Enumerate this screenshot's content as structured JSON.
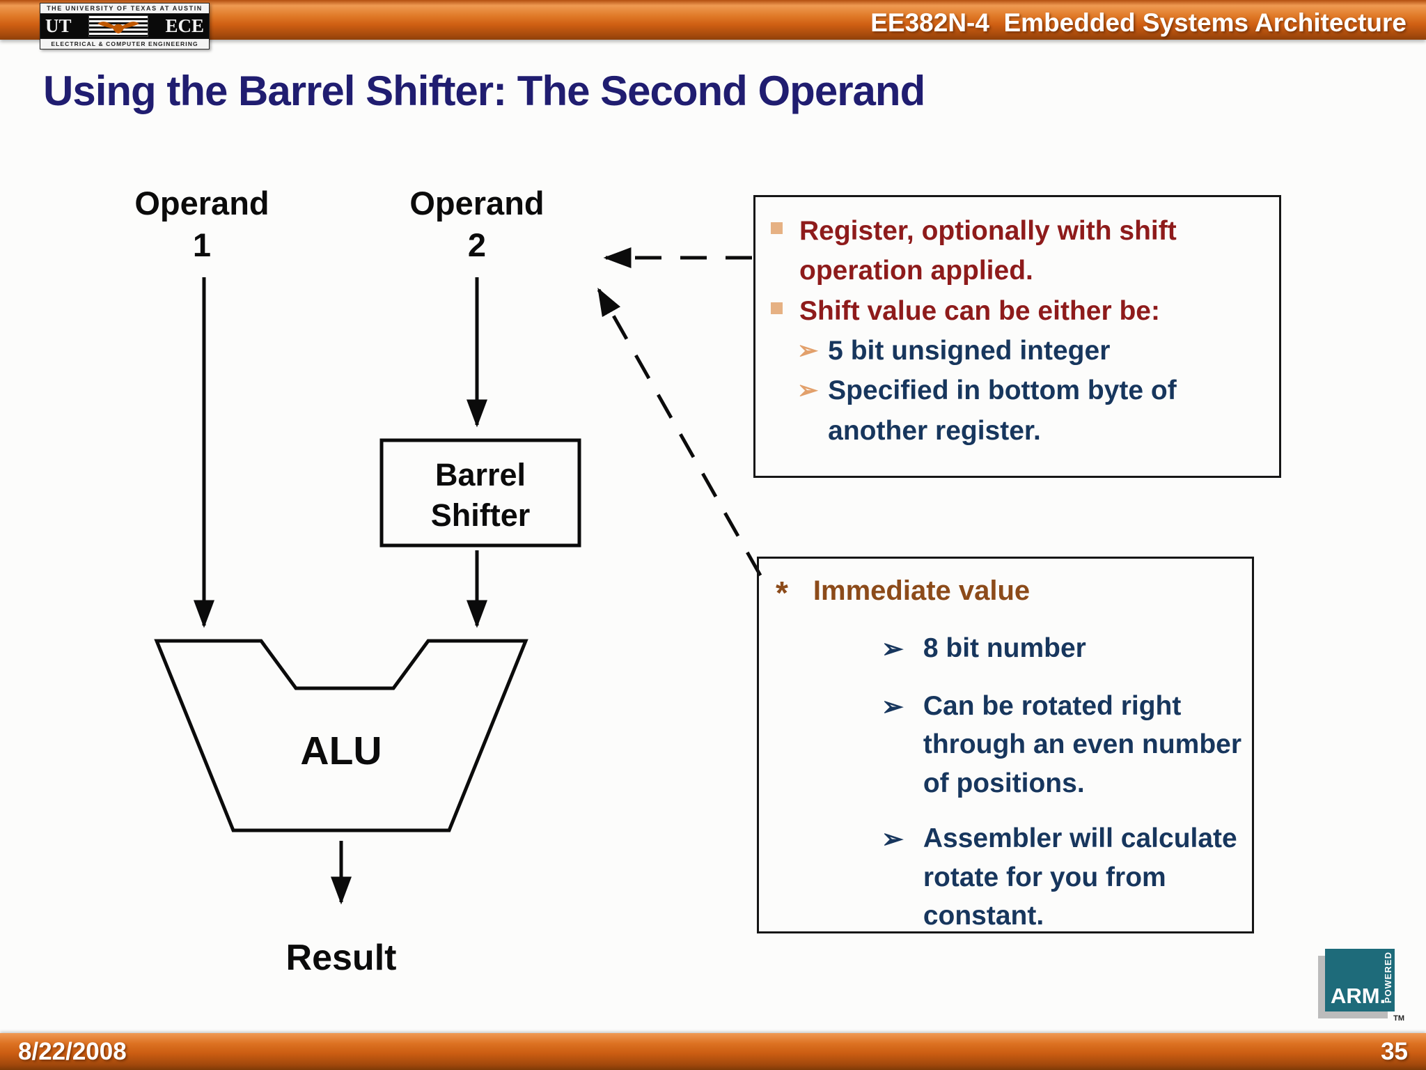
{
  "header": {
    "course_title": "EE382N-4  Embedded Systems Architecture"
  },
  "ut_logo": {
    "top_text": "THE UNIVERSITY OF TEXAS AT AUSTIN",
    "ut": "UT",
    "ece": "ECE",
    "bottom_text": "ELECTRICAL & COMPUTER ENGINEERING"
  },
  "title": "Using the Barrel Shifter: The Second Operand",
  "diagram": {
    "operand1_line1": "Operand",
    "operand1_line2": "1",
    "operand2_line1": "Operand",
    "operand2_line2": "2",
    "barrel_line1": "Barrel",
    "barrel_line2": "Shifter",
    "alu": "ALU",
    "result": "Result"
  },
  "register_box": {
    "bullets": [
      {
        "level": 1,
        "text": "Register, optionally with shift operation applied."
      },
      {
        "level": 1,
        "text": "Shift value can be either be:"
      },
      {
        "level": 2,
        "text": "5 bit unsigned integer"
      },
      {
        "level": 2,
        "text": "Specified in bottom byte of another register."
      }
    ]
  },
  "immediate_box": {
    "bullet": "*",
    "title": "Immediate value",
    "items": [
      "8 bit number",
      "Can be rotated right through an even number of positions.",
      "Assembler will calculate rotate for you from constant."
    ]
  },
  "icons": {
    "arrow_bullet": "➢"
  },
  "footer": {
    "date": "8/22/2008",
    "page": "35"
  },
  "arm_logo": {
    "name": "ARM.",
    "powered": "POWERED",
    "tm": "TM"
  },
  "colors": {
    "bar_orange": "#cf5f13",
    "title_navy": "#201d70",
    "maroon": "#8e1b1b",
    "navy": "#17365d",
    "brown": "#8c4b1a",
    "tan_bullet": "#e6b183",
    "arm_teal": "#1e6b7a"
  }
}
